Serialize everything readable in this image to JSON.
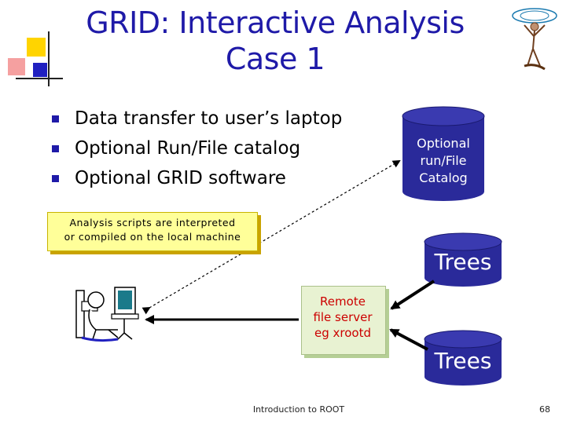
{
  "slide": {
    "title": "GRID: Interactive Analysis\nCase 1",
    "bullets": [
      "Data transfer to user’s laptop",
      "Optional Run/File catalog",
      "Optional GRID software"
    ],
    "note": "Analysis scripts are interpreted\nor compiled on the local machine",
    "catalog_label": "Optional\nrun/File\nCatalog",
    "trees_top_label": "Trees",
    "trees_bottom_label": "Trees",
    "server_label": "Remote\nfile server\neg xrootd",
    "footer": "Introduction to ROOT",
    "page_number": "68"
  },
  "colors": {
    "title": "#1f1aa8",
    "bullet": "#1f1aa8",
    "cylinder": "#2a2a9a",
    "note_bg": "#ffff99",
    "server_bg": "#e8f2d2",
    "server_text": "#cc0000"
  },
  "icons": [
    "title-corner-decoration-icon",
    "atlas-logo-icon",
    "user-at-computer-icon"
  ]
}
